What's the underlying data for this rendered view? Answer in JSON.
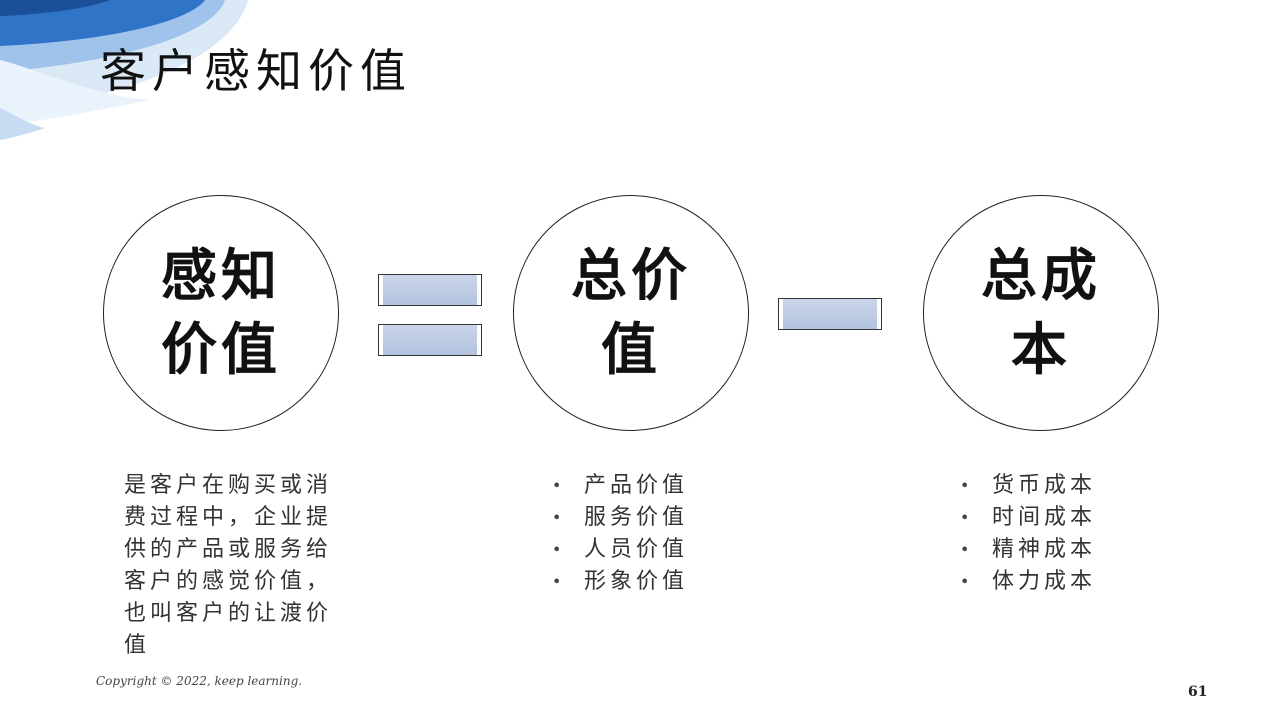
{
  "slide": {
    "title": "客户感知价值",
    "circles": {
      "perceived": "感知价值",
      "total_value": "总价值",
      "total_cost": "总成本"
    },
    "operators": {
      "equals": "equals",
      "minus": "minus"
    },
    "description": "是客户在购买或消费过程中，企业提供的产品或服务给客户的感觉价值，也叫客户的让渡价值",
    "value_items": [
      "产品价值",
      "服务价值",
      "人员价值",
      "形象价值"
    ],
    "cost_items": [
      "货币成本",
      "时间成本",
      "精神成本",
      "体力成本"
    ],
    "bullet_glyph": "•",
    "copyright": "Copyright © 2022, keep learning.",
    "page_number": "61"
  },
  "colors": {
    "bar_fill": "#b3c3de",
    "deco_blue": "#1f5fb0",
    "deco_light": "#cfe0f3"
  }
}
